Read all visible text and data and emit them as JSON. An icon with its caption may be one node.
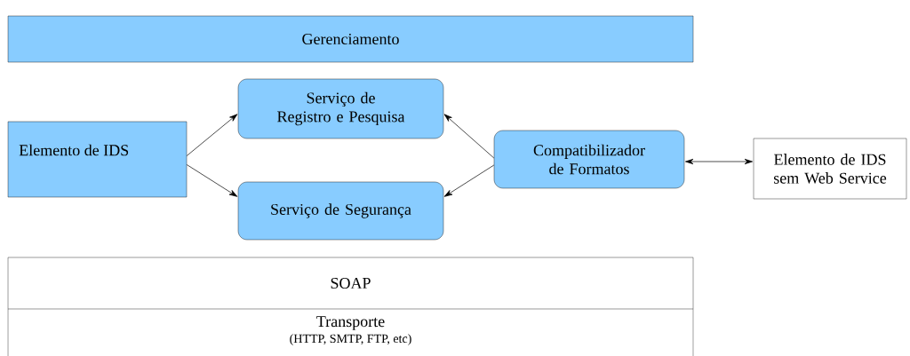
{
  "diagram": {
    "nodes": [
      {
        "text": [
          "Gerenciamento"
        ]
      },
      {
        "text": [
          "Elemento de IDS"
        ]
      },
      {
        "text": [
          "Serviço de Registro e Pesquisa"
        ]
      },
      {
        "text": [
          "Serviço de Segurança"
        ]
      },
      {
        "text": [
          "Compatibilizador de Formatos"
        ]
      },
      {
        "text": [
          "Elemento de IDS sem Web Service"
        ]
      },
      {
        "text": [
          "SOAP"
        ]
      },
      {
        "text": [
          "Transporte",
          "(HTTP, SMTP, FTP, etc)"
        ]
      }
    ],
    "edges": [
      {
        "from": 1,
        "to": 2,
        "arrow": "to"
      },
      {
        "from": 1,
        "to": 3,
        "arrow": "to"
      },
      {
        "from": 4,
        "to": 2,
        "arrow": "to"
      },
      {
        "from": 4,
        "to": 3,
        "arrow": "to"
      },
      {
        "from": 4,
        "to": 5,
        "arrow": "both"
      }
    ]
  }
}
